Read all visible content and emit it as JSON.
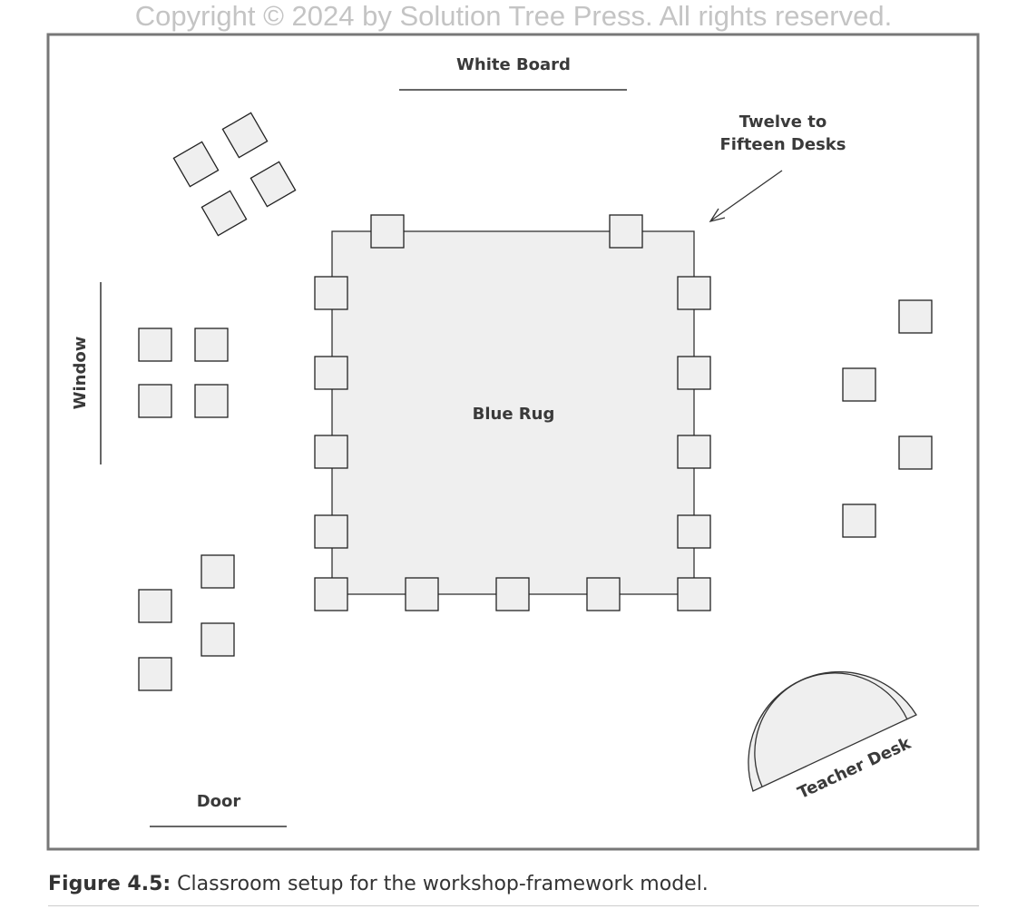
{
  "copyright": "Copyright © 2024 by Solution Tree Press. All rights reserved.",
  "labels": {
    "white_board": "White Board",
    "desks_line1": "Twelve to",
    "desks_line2": "Fifteen Desks",
    "window": "Window",
    "blue_rug": "Blue Rug",
    "door": "Door",
    "teacher_desk": "Teacher Desk"
  },
  "caption": {
    "figure": "Figure 4.5:",
    "text": " Classroom setup for the workshop-framework model."
  },
  "colors": {
    "desk_fill": "#efefef",
    "stroke": "#333333",
    "border": "#777777"
  }
}
